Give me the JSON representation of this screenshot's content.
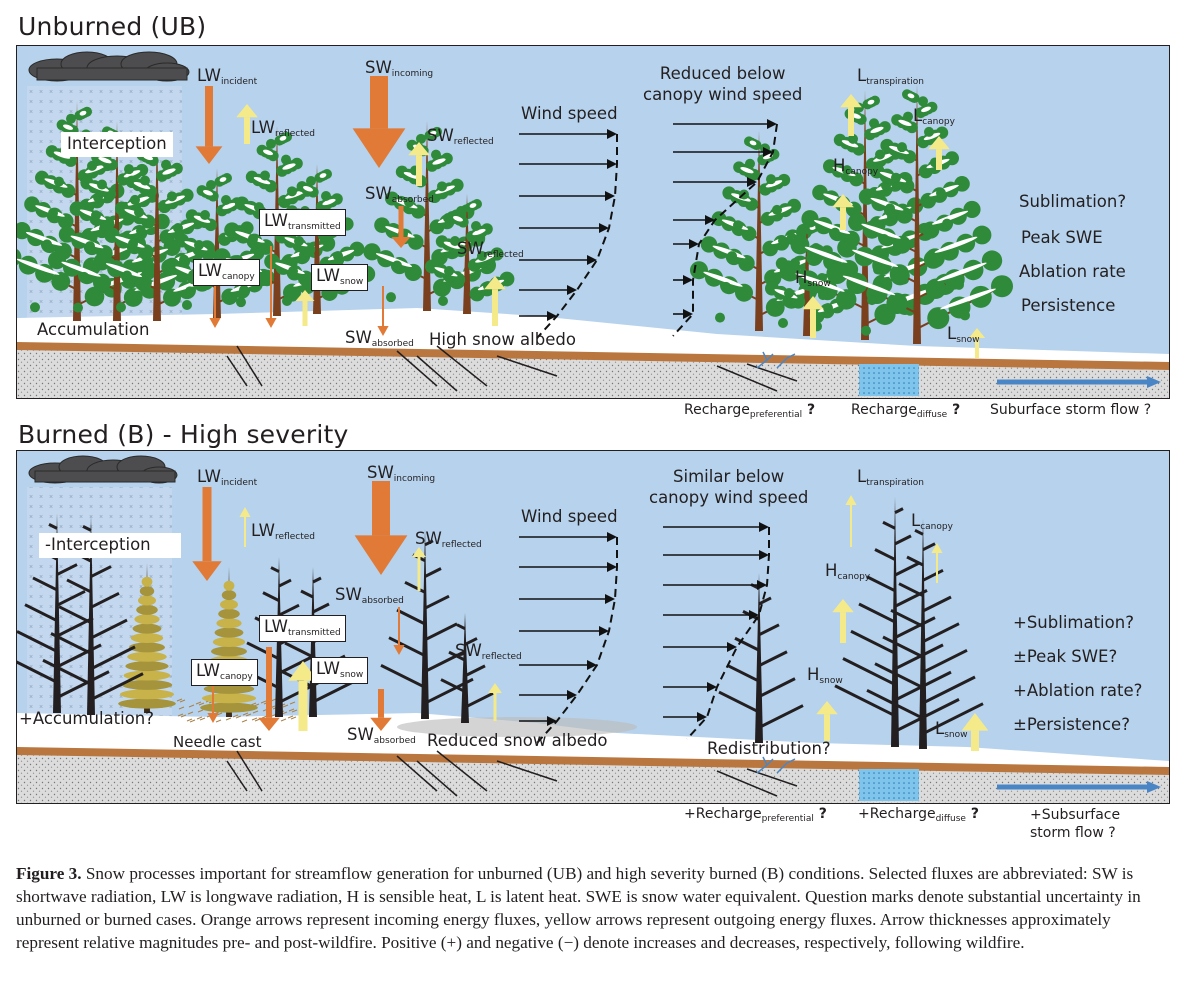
{
  "panels": {
    "unburned": {
      "title": "Unburned (UB)",
      "labels": {
        "interception": "Interception",
        "accumulation": "Accumulation",
        "lw_incident": [
          "LW",
          "incident"
        ],
        "lw_reflected": [
          "LW",
          "reflected"
        ],
        "lw_transmitted": [
          "LW",
          "transmitted"
        ],
        "lw_canopy": [
          "LW",
          "canopy"
        ],
        "lw_snow": [
          "LW",
          "snow"
        ],
        "sw_incoming": [
          "SW",
          "incoming"
        ],
        "sw_reflected_top": [
          "SW",
          "reflected"
        ],
        "sw_absorbed_top": [
          "SW",
          "absorbed"
        ],
        "sw_reflected_low": [
          "SW",
          "reflected"
        ],
        "sw_absorbed_low": [
          "SW",
          "absorbed"
        ],
        "snow_albedo": "High snow albedo",
        "wind_speed": "Wind speed",
        "below_canopy_wind": [
          "Reduced below",
          "canopy wind speed"
        ],
        "l_transpiration": [
          "L",
          "transpiration"
        ],
        "l_canopy": [
          "L",
          "canopy"
        ],
        "h_canopy": [
          "H",
          "canopy"
        ],
        "h_snow": [
          "H",
          "snow"
        ],
        "l_snow": [
          "L",
          "snow"
        ],
        "outcomes": [
          "Sublimation?",
          "Peak SWE",
          "Ablation rate",
          "Persistence"
        ],
        "recharge_pref": [
          "Recharge",
          "preferential",
          " ?"
        ],
        "recharge_diff": [
          "Recharge",
          "diffuse",
          " ?"
        ],
        "subsurface": "Suburface storm flow ?"
      }
    },
    "burned": {
      "title": "Burned (B) - High severity",
      "labels": {
        "interception": "-Interception",
        "accumulation": "+Accumulation?",
        "needle_cast": "Needle cast",
        "lw_incident": [
          "LW",
          "incident"
        ],
        "lw_reflected": [
          "LW",
          "reflected"
        ],
        "lw_transmitted": [
          "LW",
          "transmitted"
        ],
        "lw_canopy": [
          "LW",
          "canopy"
        ],
        "lw_snow": [
          "LW",
          "snow"
        ],
        "sw_incoming": [
          "SW",
          "incoming"
        ],
        "sw_reflected_top": [
          "SW",
          "reflected"
        ],
        "sw_absorbed_top": [
          "SW",
          "absorbed"
        ],
        "sw_reflected_low": [
          "SW",
          "reflected"
        ],
        "sw_absorbed_low": [
          "SW",
          "absorbed"
        ],
        "snow_albedo": "Reduced snow albedo",
        "wind_speed": "Wind speed",
        "below_canopy_wind": [
          "Similar below",
          "canopy wind speed"
        ],
        "redistribution": "Redistribution?",
        "l_transpiration": [
          "L",
          "transpiration"
        ],
        "l_canopy": [
          "L",
          "canopy"
        ],
        "h_canopy": [
          "H",
          "canopy"
        ],
        "h_snow": [
          "H",
          "snow"
        ],
        "l_snow": [
          "L",
          "snow"
        ],
        "outcomes": [
          "+Sublimation?",
          "±Peak SWE?",
          "+Ablation rate?",
          "±Persistence?"
        ],
        "recharge_pref": [
          "+Recharge",
          "preferential",
          " ?"
        ],
        "recharge_diff": [
          "+Recharge",
          "diffuse",
          " ?"
        ],
        "subsurface": [
          "+Subsurface",
          "storm flow ?"
        ]
      }
    }
  },
  "colors": {
    "sky": "#b6d2ec",
    "incoming_arrow": "#e07a36",
    "outgoing_arrow": "#f4ea8a",
    "snow": "#ffffff",
    "soil": "#b9773f",
    "bedrock": "#d9d9d9",
    "water": "#4a86c5",
    "tree_green": "#2f8a3a",
    "trunk_brown": "#7a3f1c",
    "burned_trunk": "#231f20"
  },
  "caption": {
    "label": "Figure 3.",
    "text": " Snow processes important for streamflow generation for unburned (UB) and high severity burned (B) conditions. Selected fluxes are abbreviated: SW is shortwave radiation, LW is longwave radiation, H is sensible heat, L is latent heat. SWE is snow water equivalent. Question marks denote substantial uncertainty in unburned or burned cases. Orange arrows represent incoming energy fluxes, yellow arrows represent outgoing energy fluxes. Arrow thicknesses approximately represent relative magnitudes pre- and post-wildfire. Positive (+) and negative (−) denote increases and decreases, respectively, following wildfire."
  }
}
